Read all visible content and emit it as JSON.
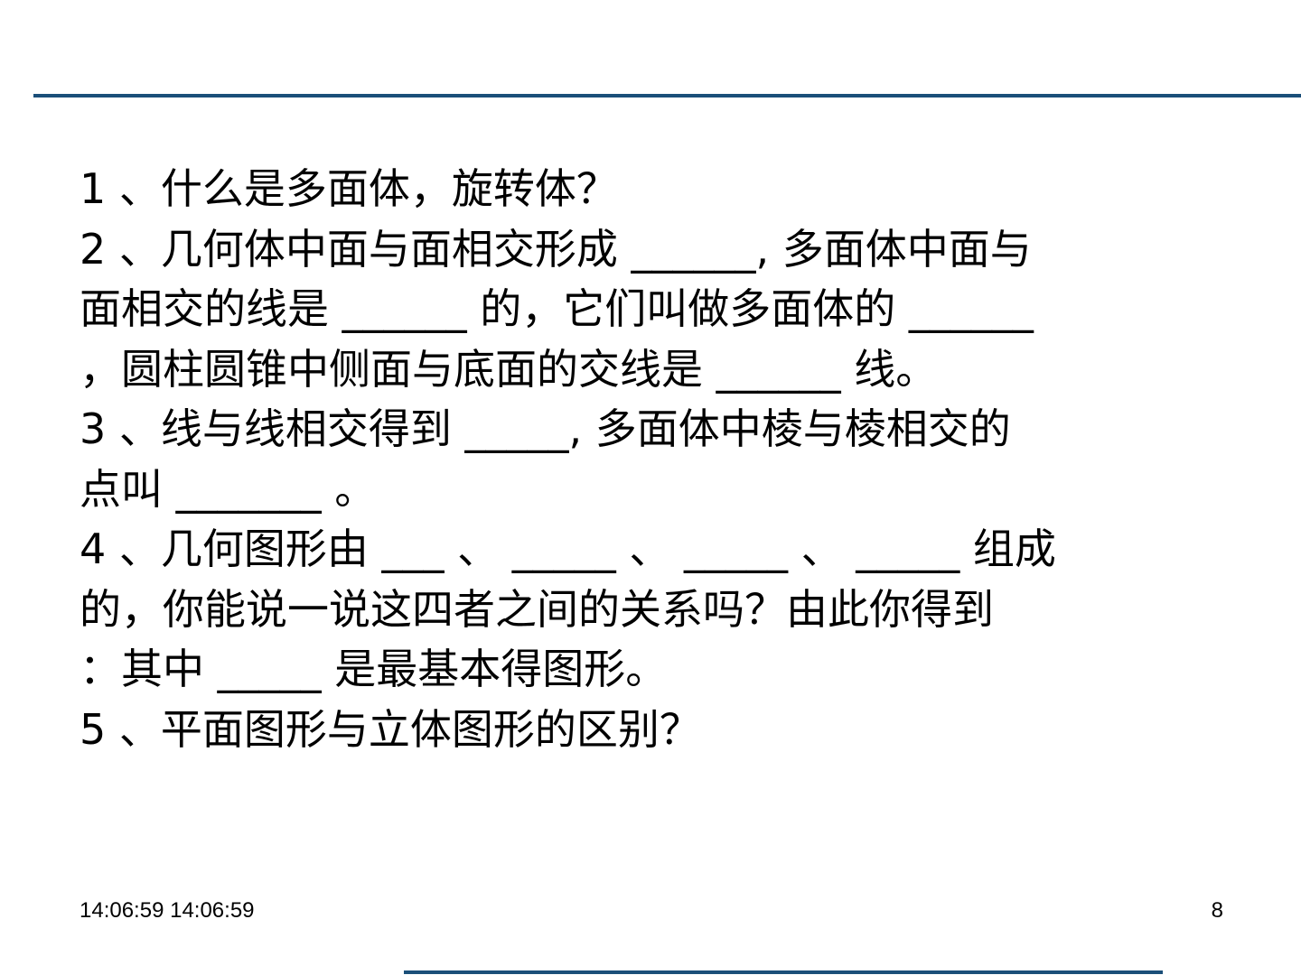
{
  "lines": [
    "1 、什么是多面体，旋转体？",
    "2 、几何体中面与面相交形成 ______, 多面体中面与",
    "面相交的线是 ______ 的，它们叫做多面体的 ______",
    "，圆柱圆锥中侧面与底面的交线是 ______ 线。",
    "3 、线与线相交得到 _____, 多面体中棱与棱相交的",
    "点叫 _______ 。",
    "4 、几何图形由 ___ 、 _____ 、 _____ 、 _____ 组成",
    "的，你能说一说这四者之间的关系吗？由此你得到",
    "：其中 _____ 是最基本得图形。",
    "5 、平面图形与立体图形的区别？"
  ],
  "footer": {
    "time": "14:06:59 14:06:59",
    "page": "8"
  },
  "colors": {
    "rule": "#1b4f79",
    "text": "#000000"
  }
}
